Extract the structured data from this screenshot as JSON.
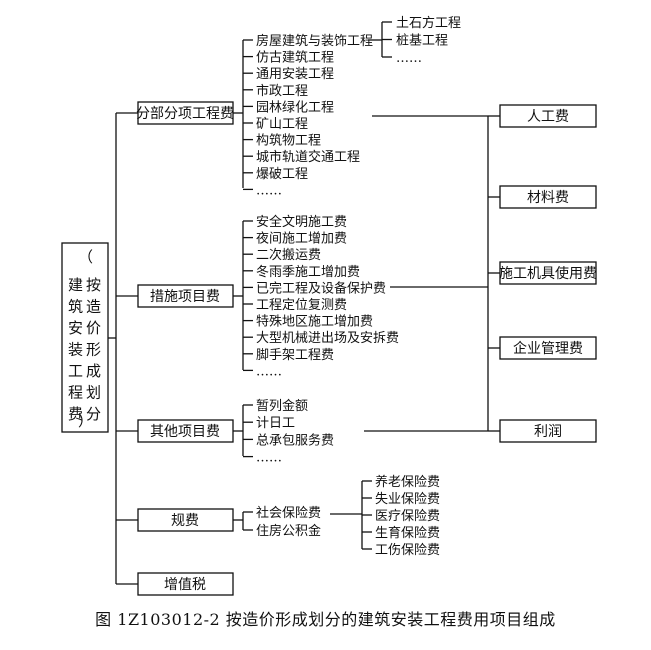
{
  "root": {
    "label": "建按筑造安价装形工成程划费分",
    "open_paren": "（",
    "close_paren": "）"
  },
  "categories": [
    {
      "id": "fbfx",
      "label": "分部分项工程费",
      "items": [
        "房屋建筑与装饰工程",
        "仿古建筑工程",
        "通用安装工程",
        "市政工程",
        "园林绿化工程",
        "矿山工程",
        "构筑物工程",
        "城市轨道交通工程",
        "爆破工程",
        "……"
      ],
      "subitems": [
        "土石方工程",
        "桩基工程",
        "……"
      ]
    },
    {
      "id": "csxm",
      "label": "措施项目费",
      "items": [
        "安全文明施工费",
        "夜间施工增加费",
        "二次搬运费",
        "冬雨季施工增加费",
        "已完工程及设备保护费",
        "工程定位复测费",
        "特殊地区施工增加费",
        "大型机械进出场及安拆费",
        "脚手架工程费",
        "……"
      ]
    },
    {
      "id": "qtxm",
      "label": "其他项目费",
      "items": [
        "暂列金额",
        "计日工",
        "总承包服务费",
        "……"
      ]
    },
    {
      "id": "gf",
      "label": "规费",
      "items": [
        "社会保险费",
        "住房公积金"
      ],
      "subitems": [
        "养老保险费",
        "失业保险费",
        "医疗保险费",
        "生育保险费",
        "工伤保险费"
      ]
    },
    {
      "id": "zzs",
      "label": "增值税"
    }
  ],
  "components": [
    "人工费",
    "材料费",
    "施工机具使用费",
    "企业管理费",
    "利润"
  ],
  "caption": "图 1Z103012-2   按造价形成划分的建筑安装工程费用项目组成"
}
